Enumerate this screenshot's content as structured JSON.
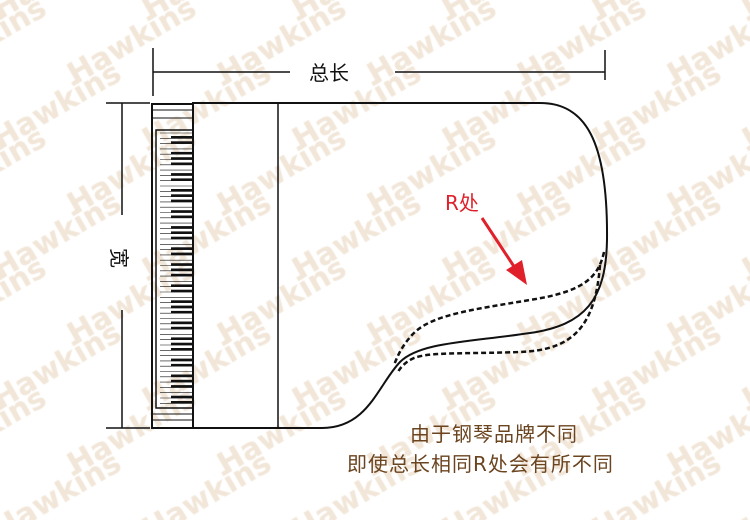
{
  "watermark": "Hawkins",
  "labels": {
    "total_length": "总长",
    "width": "宽",
    "r_point": "R处"
  },
  "notes": [
    "由于钢琴品牌不同",
    "即使总长相同R处会有所不同"
  ],
  "colors": {
    "outline": "#111111",
    "accent": "#e0202a",
    "note_text": "#6b4420",
    "watermark": "#f1e6d8"
  }
}
